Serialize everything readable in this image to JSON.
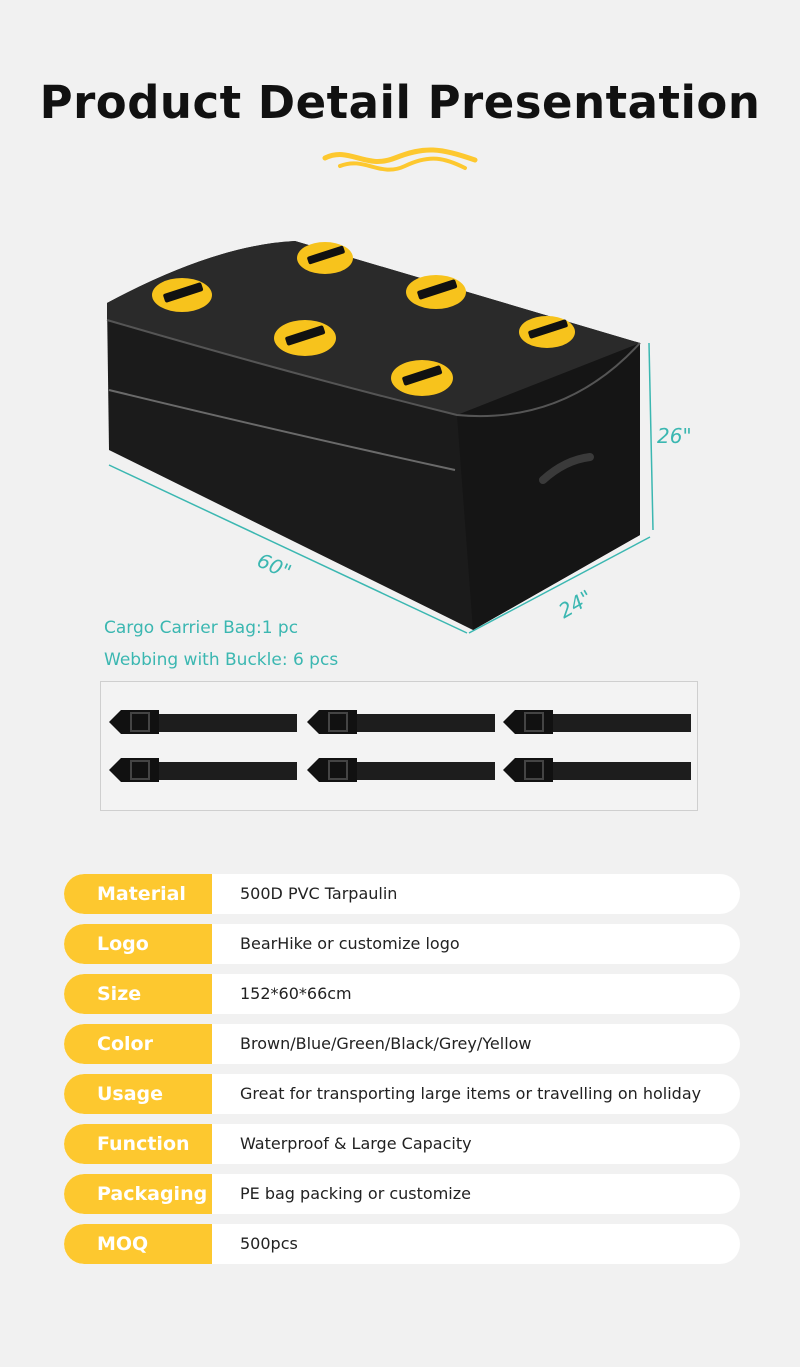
{
  "page": {
    "title": "Product Detail Presentation",
    "accent_color": "#fdc82f",
    "teal_color": "#3bb7b1"
  },
  "product_image": {
    "icon": "cargo-carrier-bag-image",
    "dimensions": {
      "length": "60\"",
      "width": "24\"",
      "height": "26\""
    },
    "captions": [
      "Cargo Carrier Bag:1 pc",
      "Webbing with Buckle: 6 pcs"
    ],
    "strap_icon": "webbing-strap-with-buckle-image"
  },
  "specs": [
    {
      "label": "Material",
      "value": "500D PVC Tarpaulin"
    },
    {
      "label": "Logo",
      "value": "BearHike or customize logo"
    },
    {
      "label": "Size",
      "value": "152*60*66cm"
    },
    {
      "label": "Color",
      "value": "Brown/Blue/Green/Black/Grey/Yellow"
    },
    {
      "label": "Usage",
      "value": "Great for transporting large items or travelling on holiday"
    },
    {
      "label": "Function",
      "value": "Waterproof & Large Capacity"
    },
    {
      "label": "Packaging",
      "value": "PE bag packing or customize"
    },
    {
      "label": "MOQ",
      "value": "500pcs"
    }
  ]
}
